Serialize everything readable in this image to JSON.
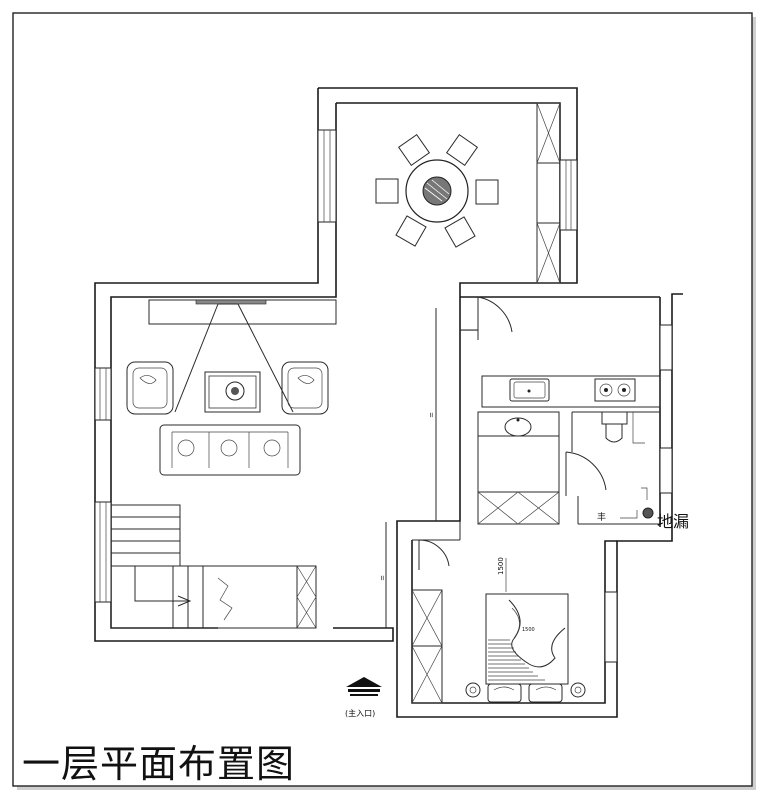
{
  "title": "一层平面布置图",
  "labels": {
    "floor_drain": "地漏",
    "main_entrance": "(主入口)",
    "bed_dim": "1500",
    "bed_dim_label": "1500",
    "room_dim": "1500"
  },
  "colors": {
    "ink": "#1a1a1a",
    "paper": "#ffffff",
    "shadow": "#b5b5b5"
  }
}
